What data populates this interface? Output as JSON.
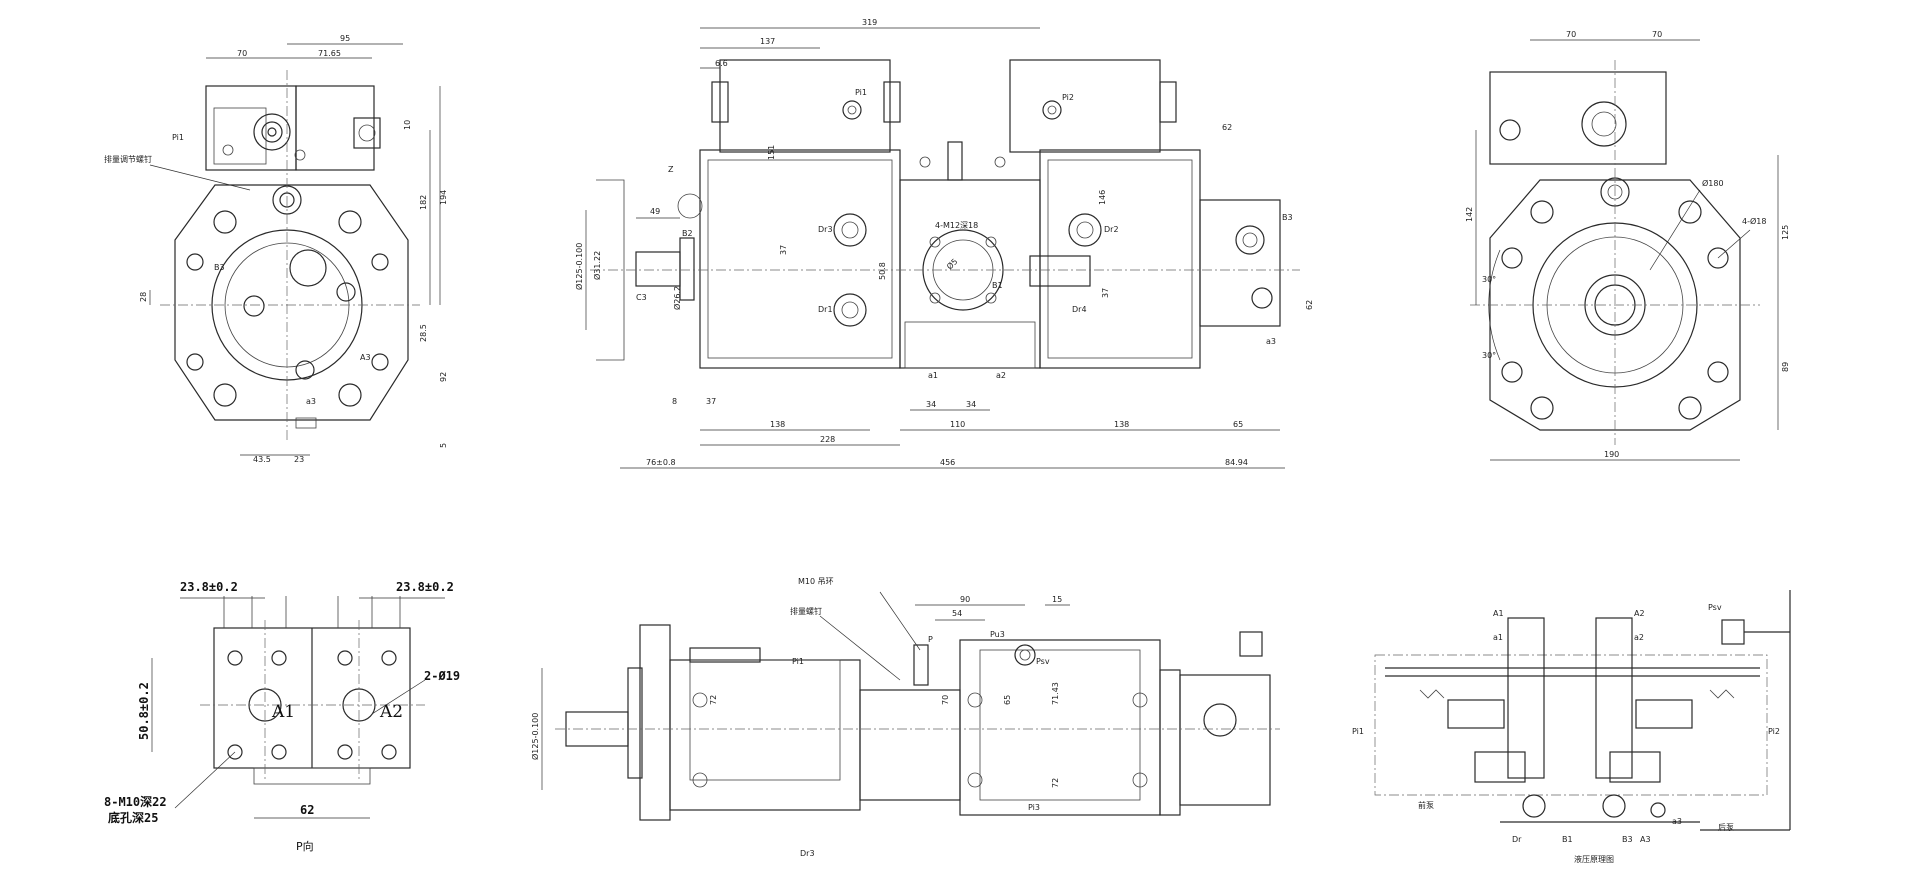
{
  "front_view": {
    "dims": [
      "70",
      "71.65",
      "95",
      "10",
      "182",
      "194",
      "28",
      "28.5",
      "92",
      "5",
      "43.5",
      "23"
    ],
    "ports": [
      "Pi1",
      "B3",
      "A3",
      "a3"
    ],
    "note": "排量调节螺钉"
  },
  "top_view": {
    "dims": [
      "319",
      "137",
      "6.6",
      "151",
      "37",
      "49",
      "Ø125-0.100",
      "Ø31.22",
      "Ø26.2",
      "C3",
      "8",
      "37",
      "138",
      "228",
      "110",
      "34",
      "34",
      "138",
      "65",
      "76±0.8",
      "456",
      "84.94",
      "146",
      "37",
      "62",
      "62",
      "50.8",
      "Ø5"
    ],
    "ports": [
      "Pi1",
      "Pi2",
      "Dr3",
      "Dr1",
      "Dr2",
      "Dr4",
      "B1",
      "a1",
      "a2",
      "B3",
      "a3",
      "B2",
      "Z"
    ],
    "note": "4-M12深18"
  },
  "end_view": {
    "dims": [
      "70",
      "70",
      "142",
      "Ø180",
      "4-Ø18",
      "125",
      "30°",
      "30°",
      "89",
      "190"
    ]
  },
  "port_view": {
    "dims": [
      "23.8±0.2",
      "23.8±0.2",
      "2-Ø19",
      "50.8±0.2",
      "62"
    ],
    "ports": [
      "A1",
      "A2"
    ],
    "note1": "8-M10深22",
    "note2": "底孔深25",
    "caption": "P向"
  },
  "side_view": {
    "dims": [
      "90",
      "54",
      "15",
      "Ø125-0.100",
      "72",
      "70",
      "65",
      "71.43",
      "72"
    ],
    "ports": [
      "Pi1",
      "P",
      "Pu3",
      "Psv",
      "Pi3",
      "Dr3"
    ],
    "note1": "M10 吊环",
    "note2": "排量螺钉"
  },
  "schematic": {
    "labels": [
      "A1",
      "a1",
      "A2",
      "a2",
      "Psv",
      "Pi1",
      "Pi2",
      "前泵",
      "后泵",
      "Dr",
      "B1",
      "B3",
      "a3",
      "A3"
    ],
    "caption": "液压原理图"
  }
}
